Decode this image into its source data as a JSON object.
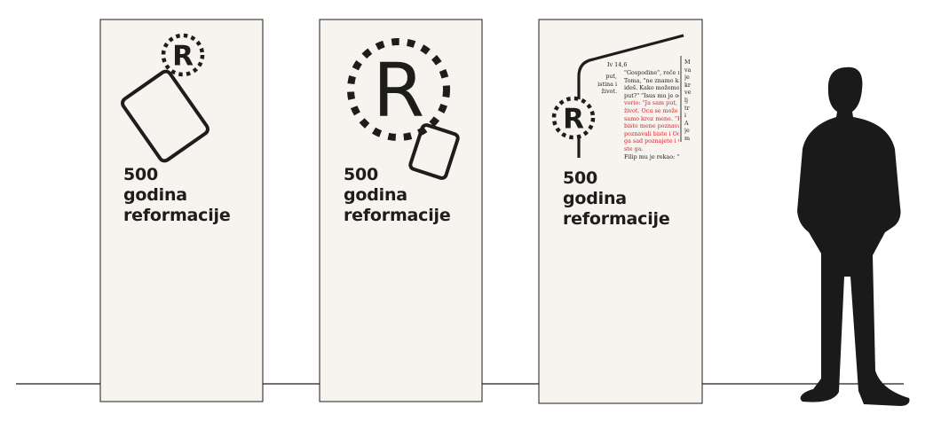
{
  "palette": {
    "panel": "#f7f3ee",
    "ink": "#1d1d1b",
    "accent_red": "#d4252c",
    "silhouette": "#1a1a1a"
  },
  "logo": {
    "letter": "R"
  },
  "panel_title": {
    "line1": "500",
    "line2": "godina",
    "line3": "reformacije"
  },
  "book": {
    "heading": "Iv 14,6",
    "side_words": [
      "put,",
      "istina i",
      "život."
    ],
    "main_lines": [
      {
        "text": "\"Gospodine\", reče mu je",
        "color": "ink"
      },
      {
        "text": "Toma, \"ne znamo kamo",
        "color": "ink"
      },
      {
        "text": "ideš. Kako možemo znati",
        "color": "ink"
      },
      {
        "text": "put?\" \"Isus mu je odgo-",
        "color": "ink"
      },
      {
        "text": "vorio: \"Ja sam put, istina i",
        "color": "accent_red"
      },
      {
        "text": "život. Ocu se može doći",
        "color": "accent_red"
      },
      {
        "text": "samo kroz mene. \"Kad",
        "color": "accent_red"
      },
      {
        "text": "biste mene poznavali,",
        "color": "accent_red"
      },
      {
        "text": "poznavali biste i Oca. Vi",
        "color": "accent_red"
      },
      {
        "text": "ga sad poznajete i vidjeli",
        "color": "accent_red"
      },
      {
        "text": "ste ga.",
        "color": "accent_red"
      },
      {
        "text": "Filip mu je rekao: \"Gos-",
        "color": "ink"
      }
    ],
    "next_column": [
      "M",
      "va",
      "je",
      "kr",
      "ve",
      "lj",
      "tr",
      "i",
      "A",
      "je",
      "m"
    ]
  }
}
